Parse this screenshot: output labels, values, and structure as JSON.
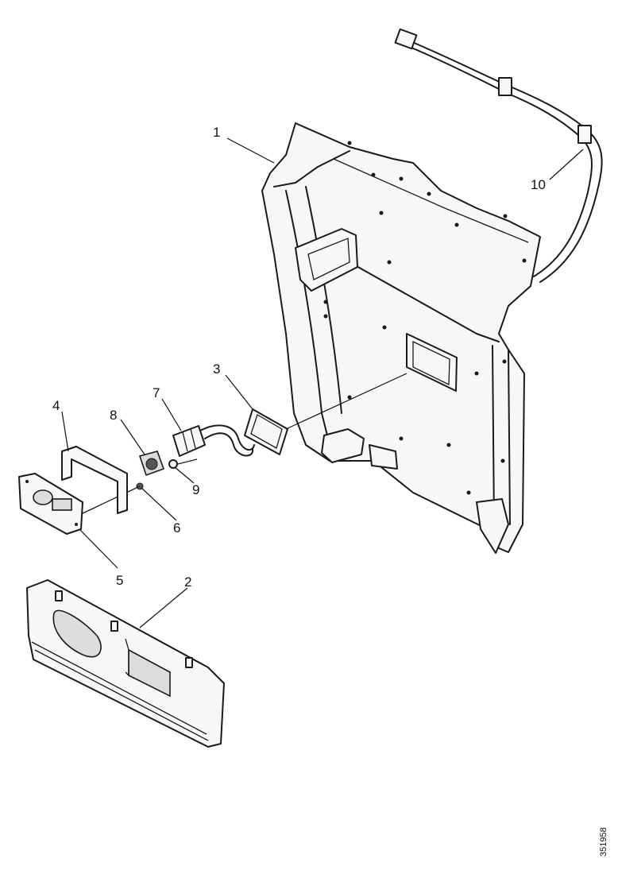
{
  "diagram": {
    "callouts": [
      {
        "id": "1",
        "label": "1"
      },
      {
        "id": "2",
        "label": "2"
      },
      {
        "id": "3",
        "label": "3"
      },
      {
        "id": "4",
        "label": "4"
      },
      {
        "id": "5",
        "label": "5"
      },
      {
        "id": "6",
        "label": "6"
      },
      {
        "id": "7",
        "label": "7"
      },
      {
        "id": "8",
        "label": "8"
      },
      {
        "id": "9",
        "label": "9"
      },
      {
        "id": "10",
        "label": "10"
      }
    ],
    "figure_number": "351958"
  }
}
